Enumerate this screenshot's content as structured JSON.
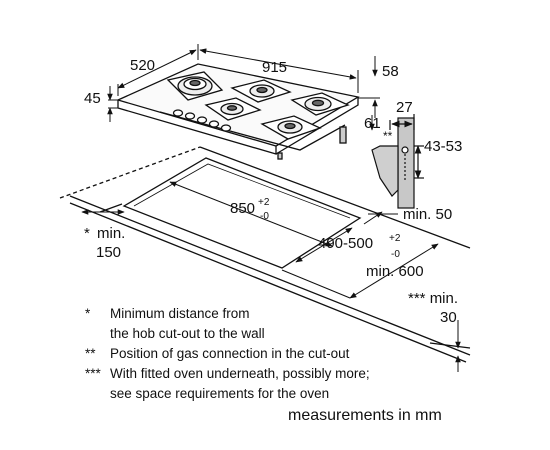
{
  "dimensions": {
    "hob_depth": "520",
    "hob_width": "915",
    "height_left": "45",
    "right_top": "58",
    "right_depth": "61",
    "gas_offset": "27",
    "gas_marker": "**",
    "bracket_range": "43-53",
    "cutout_width": "850",
    "cutout_width_tol_plus": "+2",
    "cutout_width_tol_minus": "-0",
    "cutout_depth": "490-500",
    "cutout_depth_tol_plus": "+2",
    "cutout_depth_tol_minus": "-0",
    "min_back": "min. 50",
    "min_front": "min. 600",
    "wall_marker": "*",
    "wall_min_label": "min.",
    "wall_min_value": "150",
    "oven_marker": "***",
    "oven_min_label": "min.",
    "oven_min_value": "30"
  },
  "notes": [
    {
      "symbol": "*",
      "lines": [
        "Minimum distance from",
        "the hob cut-out to the wall"
      ]
    },
    {
      "symbol": "**",
      "lines": [
        "Position of gas connection in the cut-out"
      ]
    },
    {
      "symbol": "***",
      "lines": [
        "With fitted oven underneath, possibly more;",
        "see space requirements for the oven"
      ]
    }
  ],
  "units_label": "measurements in mm"
}
